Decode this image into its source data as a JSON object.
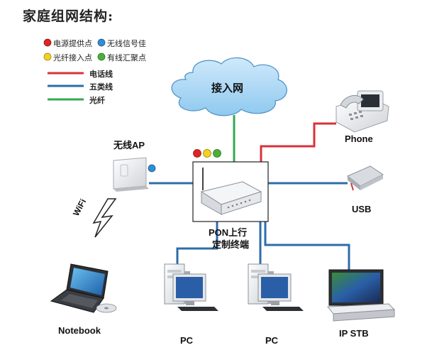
{
  "title": "家庭组网结构:",
  "legend": {
    "points": [
      {
        "label": "电源提供点",
        "color": "#e02424"
      },
      {
        "label": "无线信号佳",
        "color": "#2e8fd6"
      },
      {
        "label": "光纤接入点",
        "color": "#f2d21c"
      },
      {
        "label": "有线汇聚点",
        "color": "#4caf3c"
      }
    ],
    "lines": [
      {
        "label": "电话线",
        "color": "#d9323a"
      },
      {
        "label": "五类线",
        "color": "#2e6ca8"
      },
      {
        "label": "光纤",
        "color": "#34a853"
      }
    ]
  },
  "cloud": {
    "label": "接入网"
  },
  "terminal": {
    "line1": "PON上行",
    "line2": "定制终端"
  },
  "devices": {
    "ap": "无线AP",
    "phone": "Phone",
    "usb": "USB",
    "notebook": "Notebook",
    "pc1": "PC",
    "pc2": "PC",
    "stb": "IP STB",
    "wifi": "WiFi"
  }
}
